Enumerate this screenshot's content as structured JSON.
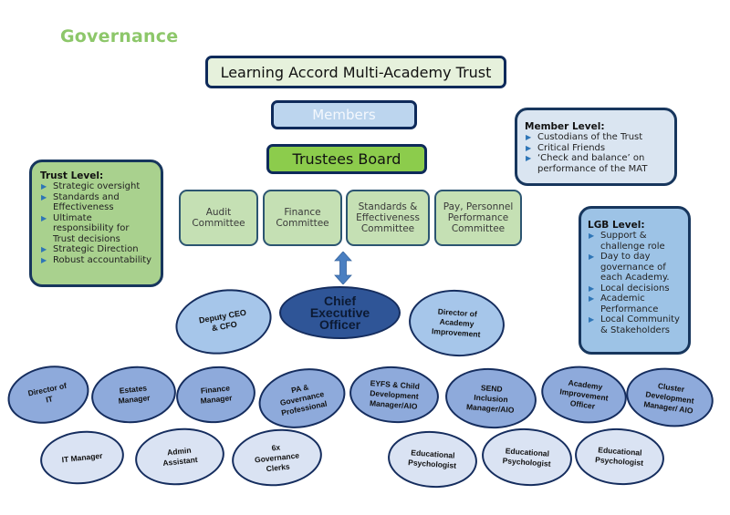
{
  "page": {
    "title": "Governance"
  },
  "hierarchy": {
    "trust": "Learning Accord Multi-Academy Trust",
    "members": "Members",
    "board": "Trustees Board"
  },
  "committees": [
    {
      "lines": [
        "Audit",
        "Committee"
      ]
    },
    {
      "lines": [
        "Finance",
        "Committee"
      ]
    },
    {
      "lines": [
        "Standards &",
        "Effectiveness",
        "Committee"
      ]
    },
    {
      "lines": [
        "Pay, Personnel",
        "Performance",
        "Committee"
      ]
    }
  ],
  "info_boxes": {
    "trust_level": {
      "heading": "Trust Level:",
      "items": [
        "Strategic oversight",
        "Standards and Effectiveness",
        "Ultimate responsibility for Trust decisions",
        "Strategic Direction",
        "Robust accountability"
      ]
    },
    "member_level": {
      "heading": "Member Level:",
      "items": [
        "Custodians of the Trust",
        "Critical Friends",
        "‘Check and balance’ on performance of the MAT"
      ]
    },
    "lgb_level": {
      "heading": "LGB Level:",
      "items": [
        "Support & challenge role",
        "Day to day governance of each Academy.",
        "Local decisions",
        "Academic Performance",
        "Local Community & Stakeholders"
      ]
    },
    "bullet_glyph": "▶"
  },
  "executive": {
    "ceo": [
      "Chief",
      "Executive",
      "Officer"
    ],
    "deputy": [
      "Deputy CEO",
      "& CFO"
    ],
    "director_ai": [
      "Director of",
      "Academy",
      "Improvement"
    ]
  },
  "staff_middle": [
    {
      "lines": [
        "Director of",
        "IT"
      ]
    },
    {
      "lines": [
        "Estates",
        "Manager"
      ]
    },
    {
      "lines": [
        "Finance",
        "Manager"
      ]
    },
    {
      "lines": [
        "PA &",
        "Governance",
        "Professional"
      ]
    },
    {
      "lines": [
        "EYFS & Child",
        "Development",
        "Manager/AIO"
      ]
    },
    {
      "lines": [
        "SEND",
        "Inclusion",
        "Manager/AIO"
      ]
    },
    {
      "lines": [
        "Academy",
        "Improvement",
        "Officer"
      ]
    },
    {
      "lines": [
        "Cluster",
        "Development",
        "Manager/ AIO"
      ]
    }
  ],
  "staff_lower": [
    {
      "lines": [
        "IT Manager"
      ]
    },
    {
      "lines": [
        "Admin",
        "Assistant"
      ]
    },
    {
      "lines": [
        "6x",
        "Governance",
        "Clerks"
      ]
    },
    {
      "lines": [
        "Educational",
        "Psychologist"
      ]
    },
    {
      "lines": [
        "Educational",
        "Psychologist"
      ]
    },
    {
      "lines": [
        "Educational",
        "Psychologist"
      ]
    }
  ],
  "colors": {
    "title_green": "#8dc76a",
    "board_green": "#8ccc4c",
    "committee_green": "#c5e0b4",
    "ceo_blue": "#2f5597",
    "staff_blue": "#8eaadb",
    "light_blue": "#dae3f3",
    "outline_navy": "#152d5e"
  }
}
